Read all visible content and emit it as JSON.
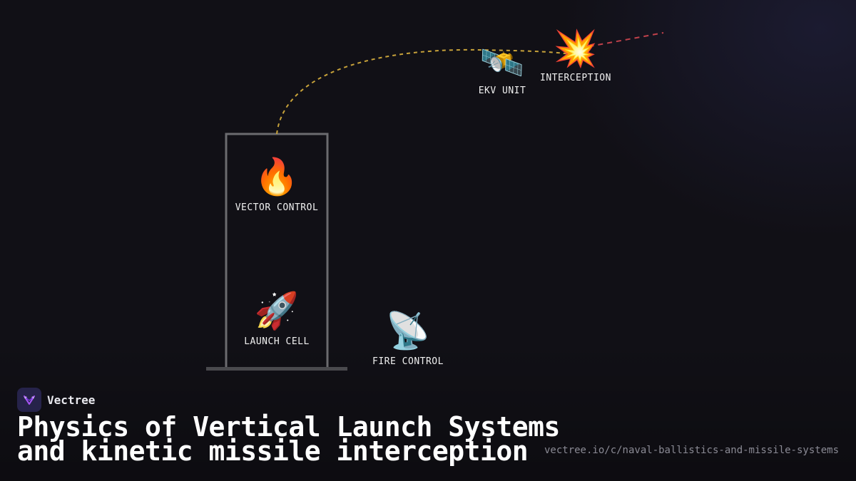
{
  "diagram": {
    "nodes": {
      "vector_control": {
        "icon": "fire-icon",
        "glyph": "🔥",
        "label": "VECTOR CONTROL"
      },
      "launch_cell": {
        "icon": "rocket-icon",
        "glyph": "🚀",
        "label": "LAUNCH CELL"
      },
      "fire_control": {
        "icon": "satellite-dish-icon",
        "glyph": "📡",
        "label": "FIRE CONTROL"
      },
      "ekv_unit": {
        "icon": "satellite-icon",
        "glyph": "🛰️",
        "label": "EKV UNIT"
      },
      "interception": {
        "icon": "collision-icon",
        "glyph": "💥",
        "label": "INTERCEPTION"
      }
    },
    "colors": {
      "trajectory": "#c7a23a",
      "target_path": "#c0414b",
      "launcher": "#6b6b6f"
    }
  },
  "footer": {
    "brand_name": "Vectree",
    "brand_icon": "vectree-logo-icon",
    "title_line1": "Physics of Vertical Launch Systems",
    "title_line2": "and kinetic missile interception",
    "url": "vectree.io/c/naval-ballistics-and-missile-systems"
  },
  "colors": {
    "background": "#111016",
    "brand_tile": "#26234a",
    "brand_accent": "#a855f7"
  }
}
